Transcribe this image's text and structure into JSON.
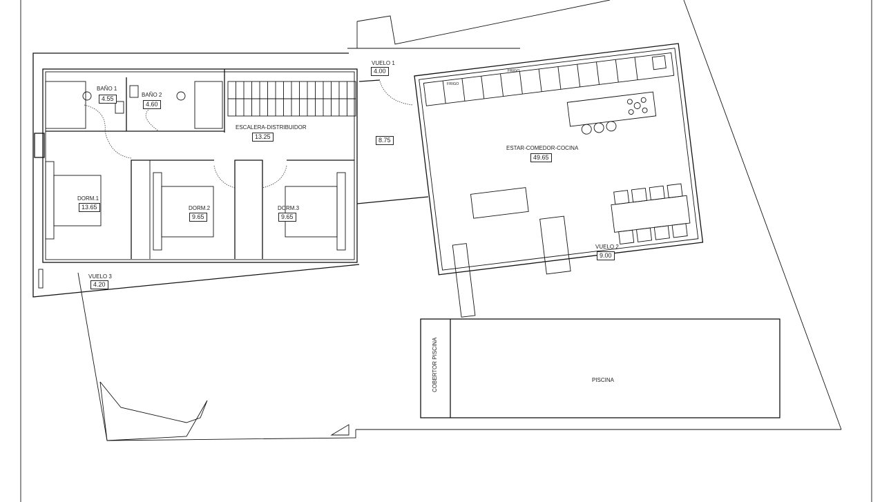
{
  "plan": {
    "rooms": {
      "bano1": {
        "label": "BAÑO 1",
        "area": "4.55"
      },
      "bano2": {
        "label": "BAÑO 2",
        "area": "4.60"
      },
      "escalera": {
        "label": "ESCALERA-DISTRIBUIDOR",
        "area": "13.25"
      },
      "hall": {
        "area": "8.75"
      },
      "vuelo1": {
        "label": "VUELO 1",
        "area": "4.00"
      },
      "estar": {
        "label": "ESTAR-COMEDOR-COCINA",
        "area": "49.65"
      },
      "dorm1": {
        "label": "DORM.1",
        "area": "13.65"
      },
      "dorm2": {
        "label": "DORM.2",
        "area": "9.65"
      },
      "dorm3": {
        "label": "DORM.3",
        "area": "9.65"
      },
      "vuelo3": {
        "label": "VUELO 3",
        "area": "4.20"
      },
      "vuelo2": {
        "label": "VUELO 2",
        "area": "9.00"
      }
    },
    "appliances": {
      "frigo1": "FRIGO",
      "frigo2": "FRIGO"
    },
    "pool": {
      "label": "PISCINA",
      "cover_label": "COBERTOR PISCINA"
    }
  }
}
